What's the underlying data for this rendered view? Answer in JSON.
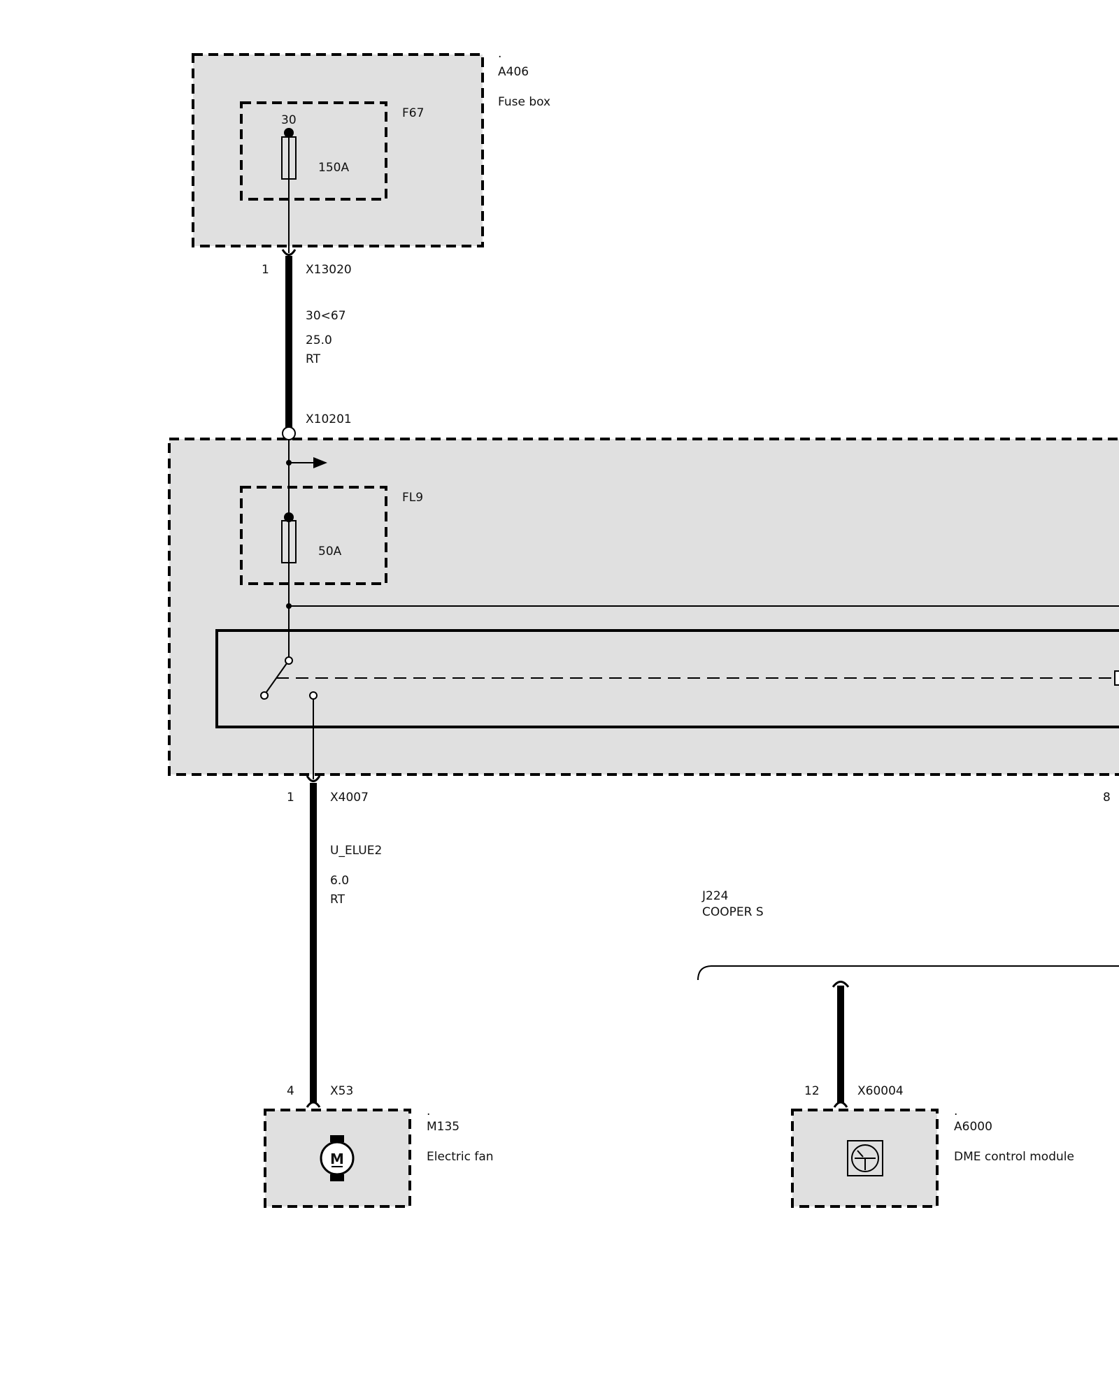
{
  "a406": {
    "dot": ".",
    "code": "A406",
    "name": "Fuse box"
  },
  "f67": {
    "code": "F67",
    "terminal": "30",
    "rating": "150A"
  },
  "x13020": {
    "pin": "1",
    "code": "X13020"
  },
  "wire_30_67": {
    "signal": "30<67",
    "gauge": "25.0",
    "color": "RT"
  },
  "x10201": {
    "code": "X10201"
  },
  "fl9": {
    "code": "FL9",
    "rating": "50A"
  },
  "x4007": {
    "pin": "1",
    "code": "X4007",
    "pin_right": "8"
  },
  "wire_uelue2": {
    "signal": "U_ELUE2",
    "gauge": "6.0",
    "color": "RT"
  },
  "variant": {
    "code": "J224",
    "model": "COOPER S"
  },
  "x53": {
    "pin": "4",
    "code": "X53"
  },
  "m135": {
    "dot": ".",
    "code": "M135",
    "name": "Electric fan",
    "symbol": "M"
  },
  "x60004": {
    "pin": "12",
    "code": "X60004"
  },
  "a6000": {
    "dot": ".",
    "code": "A6000",
    "name": "DME control module"
  },
  "icons": [
    "fuse-icon",
    "motor-icon",
    "control-module-icon",
    "arrow-right-icon",
    "relay-switch-icon"
  ]
}
